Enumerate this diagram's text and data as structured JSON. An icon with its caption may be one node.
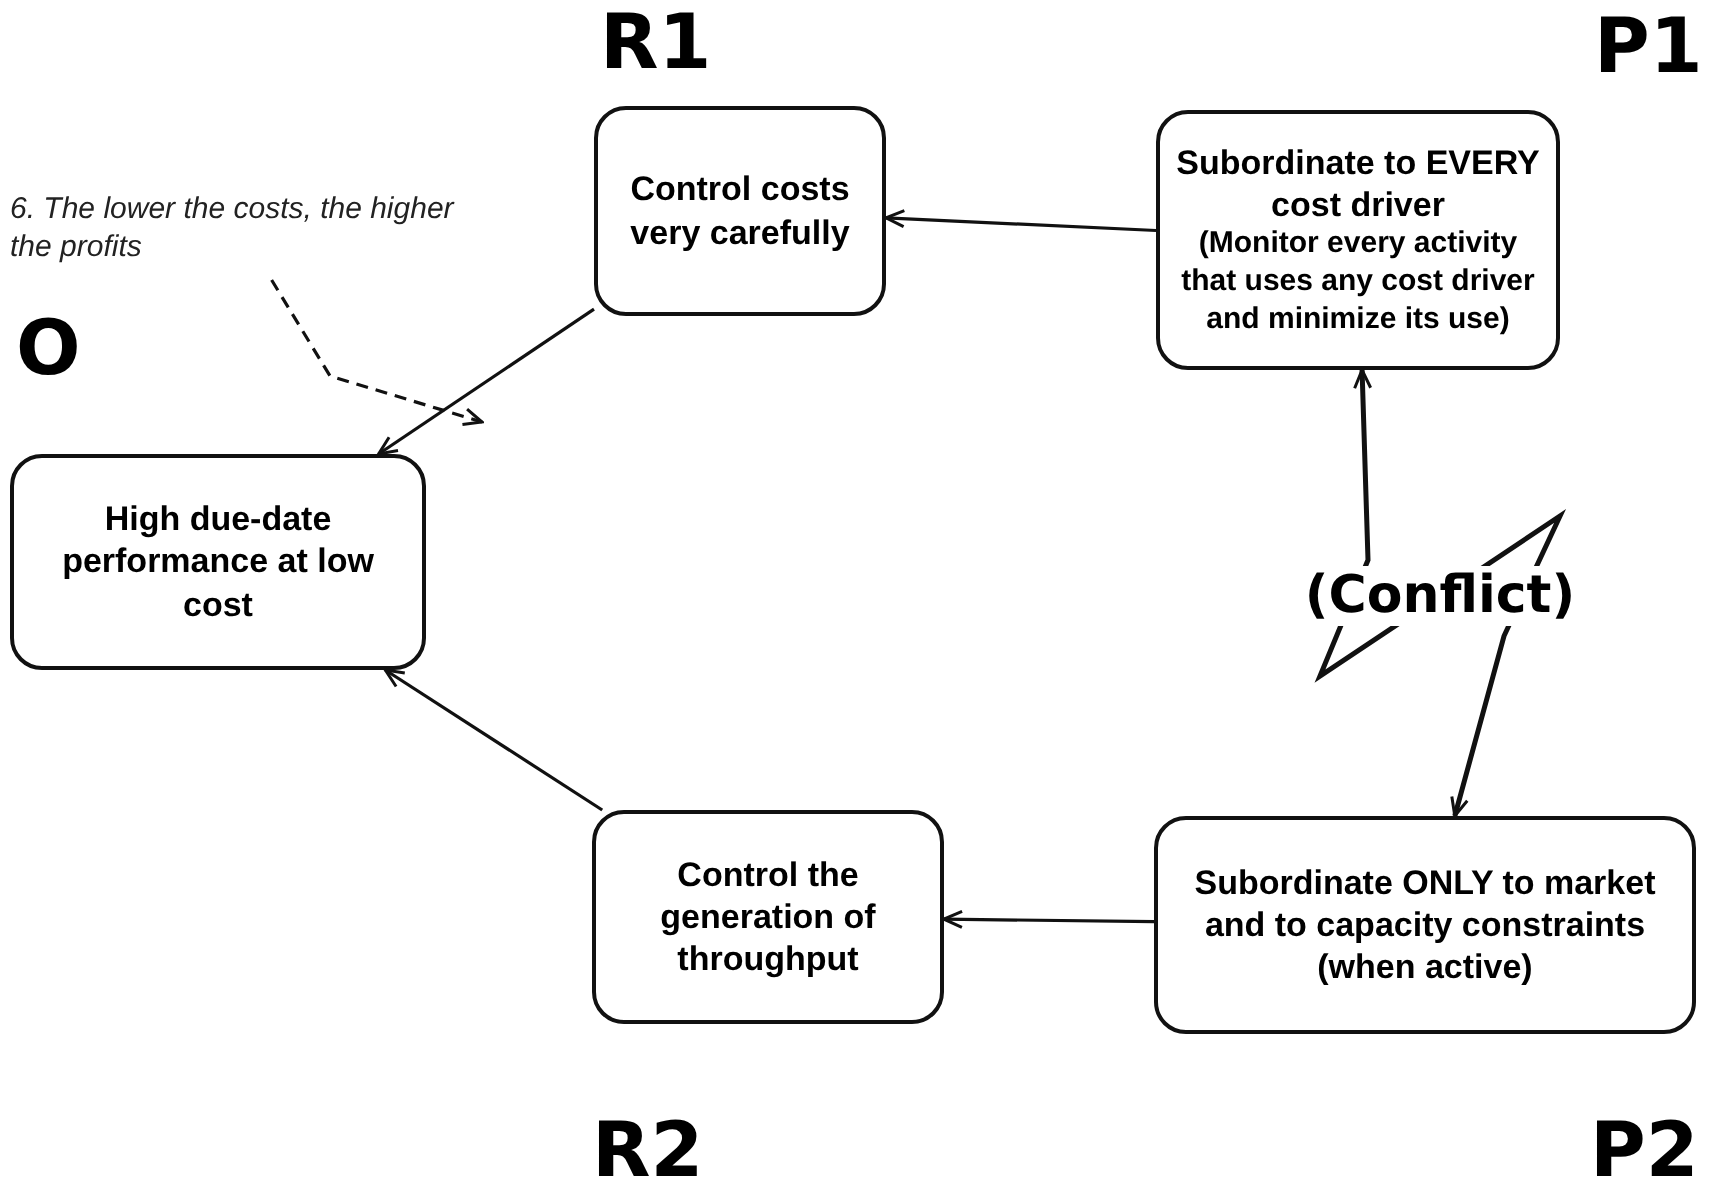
{
  "diagram": {
    "nodes": [
      {
        "text": [
          "High due-date performance at low cost"
        ],
        "beside": [
          "O"
        ]
      },
      {
        "text": [
          "Control costs very carefully"
        ],
        "beside": [
          "R1"
        ]
      },
      {
        "text": [
          "Control the generation of throughput"
        ],
        "beside": [
          "R2"
        ]
      },
      {
        "text": [
          "Subordinate to EVERY cost driver",
          "(Monitor every activity that uses any cost driver and minimize its use)"
        ],
        "beside": [
          "P1"
        ]
      },
      {
        "text": [
          "Subordinate ONLY to market and to capacity constraints (when active)"
        ],
        "beside": [
          "P2"
        ]
      },
      {
        "text": [
          "6. The lower the costs, the higher the profits"
        ]
      }
    ],
    "edges": [
      {
        "from": 1,
        "to": 0,
        "arrow": "to"
      },
      {
        "from": 2,
        "to": 0,
        "arrow": "to"
      },
      {
        "from": 3,
        "to": 1,
        "arrow": "to"
      },
      {
        "from": 4,
        "to": 2,
        "arrow": "to"
      },
      {
        "from": 3,
        "to": 4,
        "arrow": "both",
        "label": "(Conflict)"
      },
      {
        "from": 5,
        "to": null,
        "arrow": "to",
        "style": "dashed"
      }
    ]
  }
}
